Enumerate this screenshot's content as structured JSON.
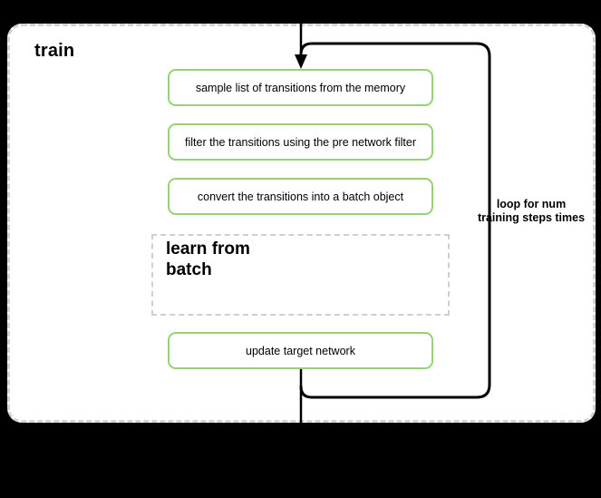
{
  "diagram": {
    "group_label": "train",
    "steps": [
      {
        "label": "sample list of transitions from the memory"
      },
      {
        "label": "filter the transitions using the pre network filter"
      },
      {
        "label": "convert the transitions into a batch object"
      }
    ],
    "subprocess_label": "learn from batch",
    "final_step_label": "update target network",
    "loop_annotation": "loop for num training steps times",
    "colors": {
      "step_border_green": "#97d077",
      "dashed_border_gray": "#d4d4d4",
      "connector_black": "#000000",
      "sheet_white": "#ffffff",
      "background_black": "#000000"
    }
  }
}
